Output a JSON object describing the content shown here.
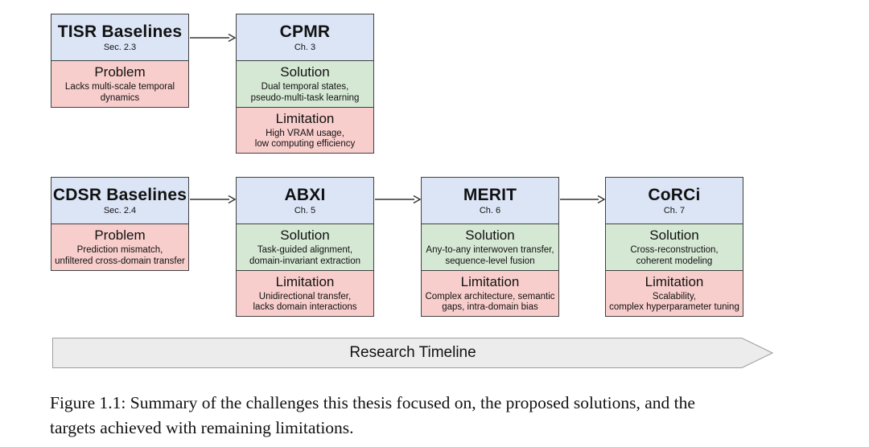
{
  "figure": {
    "boxes": [
      {
        "title": "TISR Baselines",
        "subtitle": "Sec. 2.3",
        "sections": [
          {
            "kind": "problem",
            "label": "Problem",
            "text": "Lacks multi-scale temporal\ndynamics"
          }
        ]
      },
      {
        "title": "CPMR",
        "subtitle": "Ch. 3",
        "sections": [
          {
            "kind": "solution",
            "label": "Solution",
            "text": "Dual temporal states,\npseudo-multi-task learning"
          },
          {
            "kind": "limitation",
            "label": "Limitation",
            "text": "High VRAM usage,\nlow computing efficiency"
          }
        ]
      },
      {
        "title": "CDSR Baselines",
        "subtitle": "Sec. 2.4",
        "sections": [
          {
            "kind": "problem",
            "label": "Problem",
            "text": "Prediction mismatch,\nunfiltered cross-domain transfer"
          }
        ]
      },
      {
        "title": "ABXI",
        "subtitle": "Ch. 5",
        "sections": [
          {
            "kind": "solution",
            "label": "Solution",
            "text": "Task-guided alignment,\ndomain-invariant extraction"
          },
          {
            "kind": "limitation",
            "label": "Limitation",
            "text": "Unidirectional transfer,\nlacks domain interactions"
          }
        ]
      },
      {
        "title": "MERIT",
        "subtitle": "Ch. 6",
        "sections": [
          {
            "kind": "solution",
            "label": "Solution",
            "text": "Any-to-any interwoven transfer,\nsequence-level fusion"
          },
          {
            "kind": "limitation",
            "label": "Limitation",
            "text": "Complex architecture, semantic\ngaps, intra-domain bias"
          }
        ]
      },
      {
        "title": "CoRCi",
        "subtitle": "Ch. 7",
        "sections": [
          {
            "kind": "solution",
            "label": "Solution",
            "text": "Cross-reconstruction,\ncoherent modeling"
          },
          {
            "kind": "limitation",
            "label": "Limitation",
            "text": "Scalability,\ncomplex hyperparameter tuning"
          }
        ]
      }
    ],
    "timeline_label": "Research Timeline",
    "caption": "Figure 1.1: Summary of the challenges this thesis focused on, the proposed solutions, and the\ntargets achieved with remaining limitations."
  },
  "colors": {
    "header_blue": "#dbe5f6",
    "solution_green": "#d5e8d4",
    "problem_pink": "#f8cecc",
    "box_border": "#404040",
    "arrow": "#333333",
    "timeline_fill": "#ececec",
    "timeline_border": "#9e9e9e"
  }
}
